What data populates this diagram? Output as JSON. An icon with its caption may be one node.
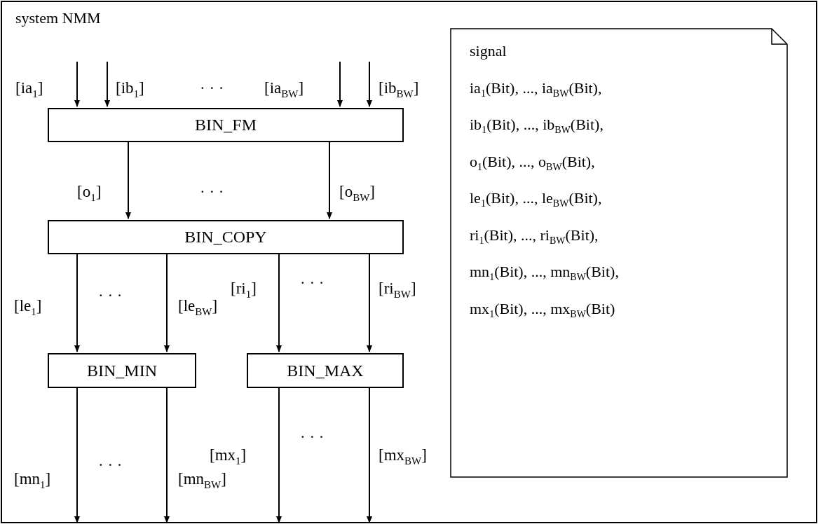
{
  "diagram": {
    "nodes": [
      {
        "text": [
          "system NMM"
        ]
      },
      {
        "text": [
          "BIN_FM"
        ],
        "in": 0
      },
      {
        "text": [
          "BIN_COPY"
        ],
        "in": 0
      },
      {
        "text": [
          "BIN_MIN"
        ],
        "in": 0
      },
      {
        "text": [
          "BIN_MAX"
        ],
        "in": 0
      },
      {
        "text": [
          "signal",
          "ia$_{1}$(Bit), ..., ia$_{BW}$(Bit),",
          "ib$_{1}$(Bit), ..., ib$_{BW}$(Bit),",
          "o$_{1}$(Bit), ..., o$_{BW}$(Bit),",
          "le$_{1}$(Bit), ..., le$_{BW}$(Bit),",
          "ri$_{1}$(Bit), ..., ri$_{BW}$(Bit),",
          "mn$_{1}$(Bit), ..., mn$_{BW}$(Bit),",
          "mx$_{1}$(Bit), ..., mx$_{BW}$(Bit)"
        ],
        "in": 0
      }
    ],
    "edges": [
      {
        "from": null,
        "to": 1,
        "arrow": "to",
        "label": "[ia$_{1}$]"
      },
      {
        "from": null,
        "to": 1,
        "arrow": "to",
        "label": "[ib$_{1}$]"
      },
      {
        "from": null,
        "to": 1,
        "arrow": "to",
        "label": "[ia$_{BW}$]"
      },
      {
        "from": null,
        "to": 1,
        "arrow": "to",
        "label": "[ib$_{BW}$]"
      },
      {
        "from": 1,
        "to": 2,
        "arrow": "to",
        "label": "[o$_{1}$]"
      },
      {
        "from": 1,
        "to": 2,
        "arrow": "to",
        "label": "[o$_{BW}$]"
      },
      {
        "from": 2,
        "to": 3,
        "arrow": "to",
        "label": "[le$_{1}$]"
      },
      {
        "from": 2,
        "to": 3,
        "arrow": "to",
        "label": "[le$_{BW}$]"
      },
      {
        "from": 2,
        "to": 4,
        "arrow": "to",
        "label": "[ri$_{1}$]"
      },
      {
        "from": 2,
        "to": 4,
        "arrow": "to",
        "label": "[ri$_{BW}$]"
      },
      {
        "from": 3,
        "to": null,
        "arrow": "to",
        "label": "[mn$_{1}$]"
      },
      {
        "from": 3,
        "to": null,
        "arrow": "to",
        "label": "[mn$_{BW}$]"
      },
      {
        "from": 4,
        "to": null,
        "arrow": "to",
        "label": "[mx$_{1}$]"
      },
      {
        "from": 4,
        "to": null,
        "arrow": "to",
        "label": "[mx$_{BW}$]"
      }
    ],
    "labels": [
      "· · ·",
      "· · ·",
      "· · ·",
      "· · ·",
      "· · ·",
      "· · ·"
    ]
  }
}
